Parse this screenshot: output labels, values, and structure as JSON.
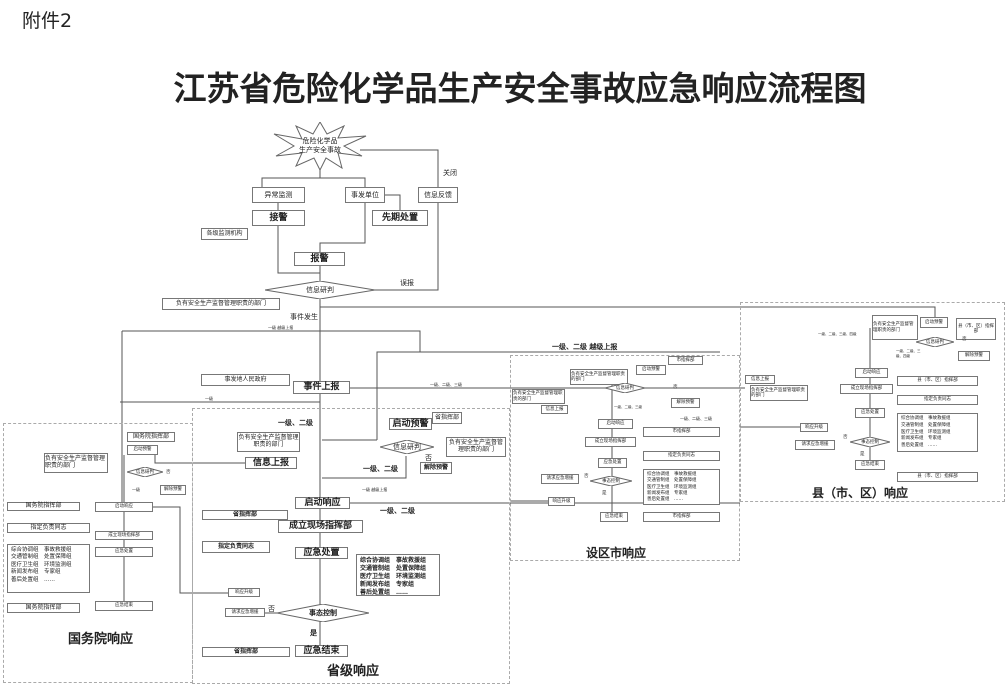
{
  "attachment": "附件2",
  "title": "江苏省危险化学品生产安全事故应急响应流程图",
  "common": {
    "groups": [
      "综合协调组　事故救援组",
      "交通管制组　处置保障组",
      "医疗卫生组　环境监测组",
      "新闻发布组　专家组",
      "善后处置组　……"
    ],
    "dept": "负有安全生产监督管理职责的部门"
  },
  "top": {
    "accident": [
      "危险化学品",
      "生产安全事故"
    ],
    "monitor": "异常监测",
    "unit": "事发单位",
    "feedback": "信息反馈",
    "close": "关闭",
    "receive": "接警",
    "early": "先期处置",
    "agencies": "各级监测机构",
    "alarm": "报警",
    "judge": "信息研判",
    "false_report": "误报",
    "dept": "负有安全生产监督管理职责的部门",
    "happen": "事件发生",
    "skip_l1": "一级 越级上报",
    "gov": "事发地人民政府",
    "report": "事件上报",
    "l1": "一级",
    "l123": "一级、二级、三级",
    "l12_skip": "一级、二级 越级上报"
  },
  "province": {
    "title": "省级响应",
    "warn": "启动预警",
    "hq": "省指挥部",
    "judge": "信息研判",
    "no": "否",
    "lift": "解除预警",
    "dept": "负有安全生产监督管理职责的部门",
    "info": "信息上报",
    "l12": "一级、二级",
    "respond": "启动响应",
    "site": "成立现场指挥部",
    "assign": "指定负责同志",
    "handle": "应急处置",
    "upgrade": "响应升级",
    "aid": "请求应急增援",
    "control": "事态控制",
    "yes": "是",
    "end": "应急结束",
    "skip_l1": "一级 越级上报"
  },
  "council": {
    "title": "国务院响应",
    "hq": "国务院指挥部",
    "warn": "启动预警",
    "dept": "负有安全生产监督管理职责的部门",
    "judge": "信息研判",
    "no": "否",
    "lift": "解除预警",
    "l1": "一级",
    "respond": "启动响应",
    "assign": "指定负责同志",
    "site": "成立现场指挥部",
    "handle": "应急处置",
    "end": "应急结束"
  },
  "city": {
    "title": "设区市响应",
    "hq": "市指挥部",
    "warn": "启动预警",
    "dept": "负有安全生产监督管理职责的部门",
    "judge": "信息研判",
    "no": "否",
    "lift": "解除预警",
    "info": "信息上报",
    "l123": "一级、二级、三级",
    "respond": "启动响应",
    "site": "成立现场指挥部",
    "assign": "指定负责同志",
    "handle": "应急处置",
    "aid": "请求应急增援",
    "control": "事态控制",
    "yes": "是",
    "upgrade": "响应升级",
    "end": "应急结束"
  },
  "county": {
    "title": "县（市、区）响应",
    "warn": "启动预警",
    "hq": "县（市、区）指挥部",
    "dept": "负有安全生产监督管理职责的部门",
    "l1234": "一级、二级、三级、四级",
    "judge": "信息研判",
    "no": "否",
    "lift": "解除预警",
    "respond": "启动响应",
    "info": "信息上报",
    "site": "成立现场指挥部",
    "assign": "指定负责同志",
    "handle": "应急处置",
    "upgrade": "响应升级",
    "aid": "请求应急增援",
    "control": "事态控制",
    "yes": "是",
    "end": "应急结束"
  }
}
